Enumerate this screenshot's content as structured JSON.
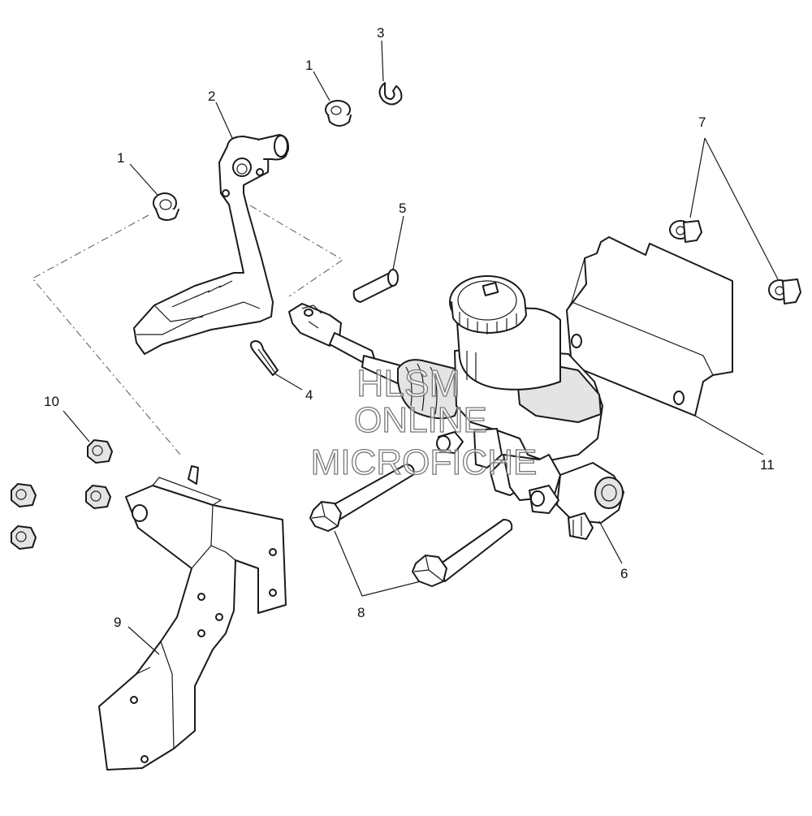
{
  "watermark": {
    "line1": "HLSM",
    "line2": "ONLINE",
    "line3": "MICROFICHE"
  },
  "callouts": [
    {
      "id": "c1a",
      "text": "1"
    },
    {
      "id": "c1b",
      "text": "1"
    },
    {
      "id": "c2",
      "text": "2"
    },
    {
      "id": "c3",
      "text": "3"
    },
    {
      "id": "c4",
      "text": "4"
    },
    {
      "id": "c5",
      "text": "5"
    },
    {
      "id": "c6",
      "text": "6"
    },
    {
      "id": "c7",
      "text": "7"
    },
    {
      "id": "c8",
      "text": "8"
    },
    {
      "id": "c9",
      "text": "9"
    },
    {
      "id": "c10",
      "text": "10"
    },
    {
      "id": "c11",
      "text": "11"
    }
  ]
}
